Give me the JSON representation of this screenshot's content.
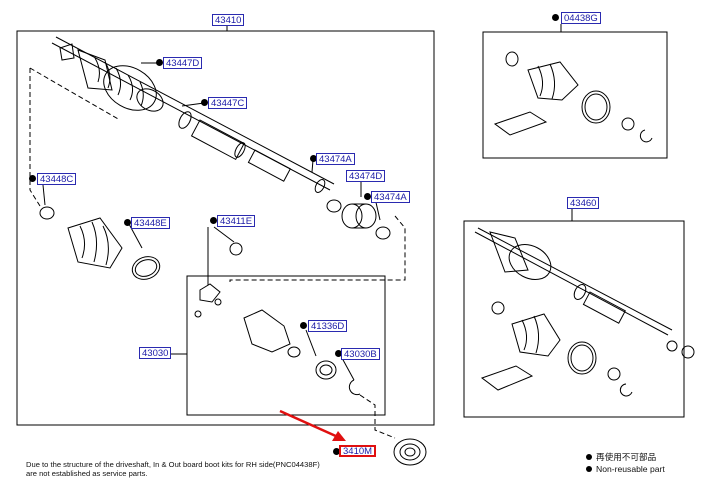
{
  "callouts": {
    "main_assembly": "43410",
    "boot_kit": "04438G",
    "rh_assembly": "43460",
    "boot_clamp_lower": "43447D",
    "boot_clamp_upper": "43447C",
    "inboard_clamp": "43448C",
    "inboard_boot_clamp": "43448E",
    "snap_ring_1": "43474A",
    "dust_cover": "43474D",
    "snap_ring_2": "43474A",
    "circlip": "43411E",
    "inboard_joint": "43030",
    "inboard_ring": "41336D",
    "inboard_snap": "43030B",
    "outboard_seal": "3410M"
  },
  "footnote": {
    "line1": "Due to the structure of the driveshaft, In & Out board  boot kits for RH side(PNC04438F)",
    "line2": "are not established as service parts."
  },
  "legend": {
    "japanese": "再使用不可部品",
    "english": "Non-reusable part"
  },
  "colors": {
    "label_text": "#1a1aa6",
    "label_border": "#2a2ab0",
    "highlight": "#e01010",
    "arrow": "#e01010"
  }
}
